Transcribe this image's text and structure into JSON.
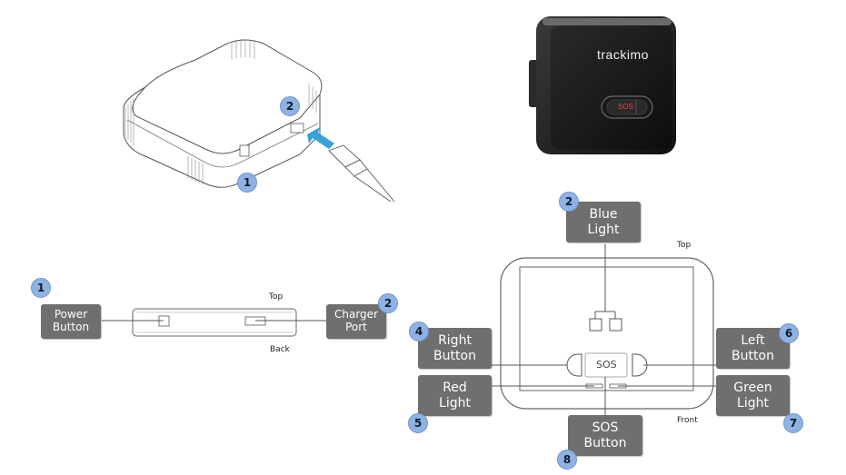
{
  "photo": {
    "brand": "trackimo",
    "sos_label": "SOS"
  },
  "iso": {
    "badges": [
      "1",
      "2"
    ]
  },
  "side_view": {
    "top_label": "Top",
    "back_label": "Back",
    "power_button": {
      "badge": "1",
      "line1": "Power",
      "line2": "Button"
    },
    "charger_port": {
      "badge": "2",
      "line1": "Charger",
      "line2": "Port"
    }
  },
  "front_view": {
    "top_label": "Top",
    "front_label": "Front",
    "sos_button_text": "SOS",
    "callouts": {
      "blue_light": {
        "badge": "2",
        "line1": "Blue",
        "line2": "Light"
      },
      "right_button": {
        "badge": "4",
        "line1": "Right",
        "line2": "Button"
      },
      "left_button": {
        "badge": "6",
        "line1": "Left",
        "line2": "Button"
      },
      "red_light": {
        "badge": "5",
        "line1": "Red",
        "line2": "Light"
      },
      "green_light": {
        "badge": "7",
        "line1": "Green",
        "line2": "Light"
      },
      "sos_button": {
        "badge": "8",
        "line1": "SOS",
        "line2": "Button"
      }
    }
  },
  "colors": {
    "label_bg": "#6f6f6f",
    "badge_bg": "#8fb2e3",
    "arrow": "#3aa0d8",
    "line": "#555555"
  }
}
